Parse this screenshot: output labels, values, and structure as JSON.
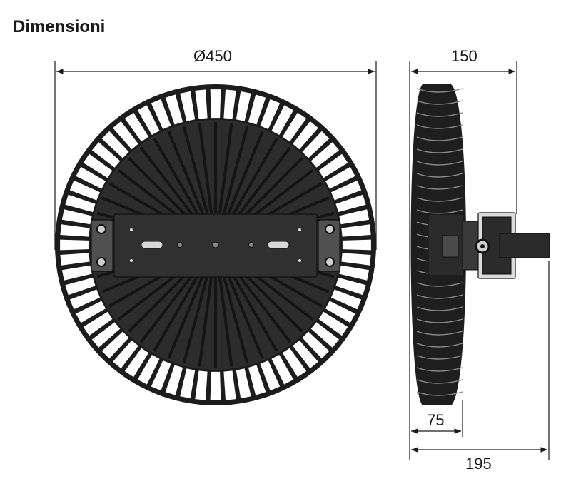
{
  "title": "Dimensioni",
  "dimensions": {
    "diameter": "Ø450",
    "depth_body": "150",
    "depth_base": "75",
    "depth_total": "195"
  }
}
